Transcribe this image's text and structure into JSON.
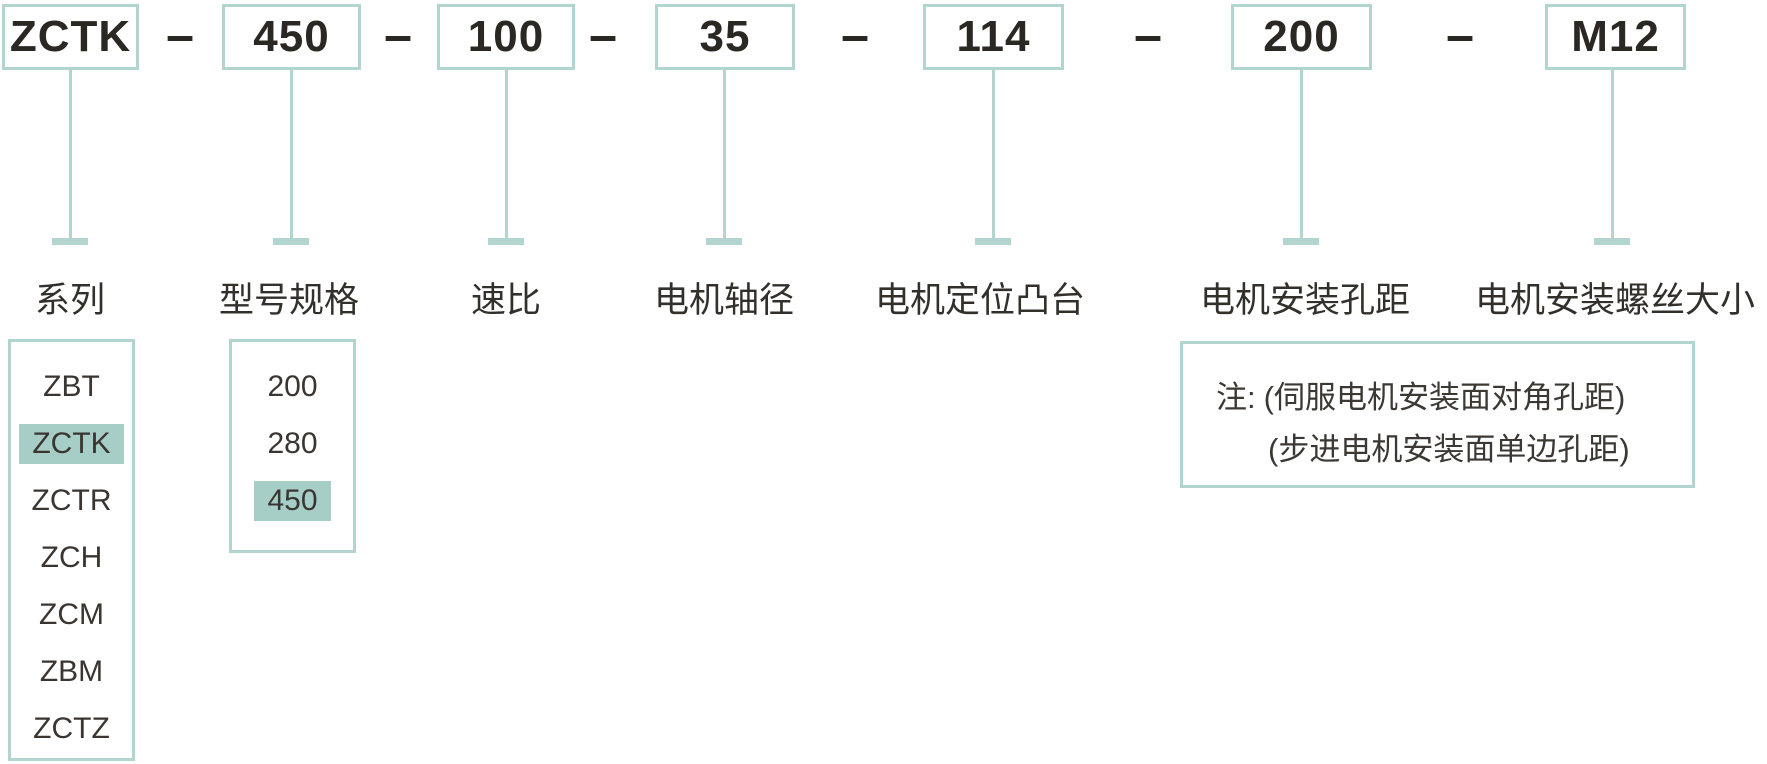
{
  "code": {
    "separator": "–",
    "segments": [
      {
        "code": "ZCTK",
        "label": "系列"
      },
      {
        "code": "450",
        "label": "型号规格"
      },
      {
        "code": "100",
        "label": "速比"
      },
      {
        "code": "35",
        "label": "电机轴径"
      },
      {
        "code": "114",
        "label": "电机定位凸台"
      },
      {
        "code": "200",
        "label": "电机安装孔距"
      },
      {
        "code": "M12",
        "label": "电机安装螺丝大小"
      }
    ]
  },
  "series": {
    "items": [
      "ZBT",
      "ZCTK",
      "ZCTR",
      "ZCH",
      "ZCM",
      "ZBM",
      "ZCTZ"
    ],
    "selected": "ZCTK"
  },
  "model": {
    "items": [
      "200",
      "280",
      "450"
    ],
    "selected": "450"
  },
  "note": {
    "prefix": "注:",
    "line1": "(伺服电机安装面对角孔距)",
    "line2": "(步进电机安装面单边孔距)"
  },
  "colors": {
    "accent": "#b3d5cf",
    "highlight": "#a6cdc6",
    "code_text": "#2b2723",
    "label_text": "#33302b"
  }
}
